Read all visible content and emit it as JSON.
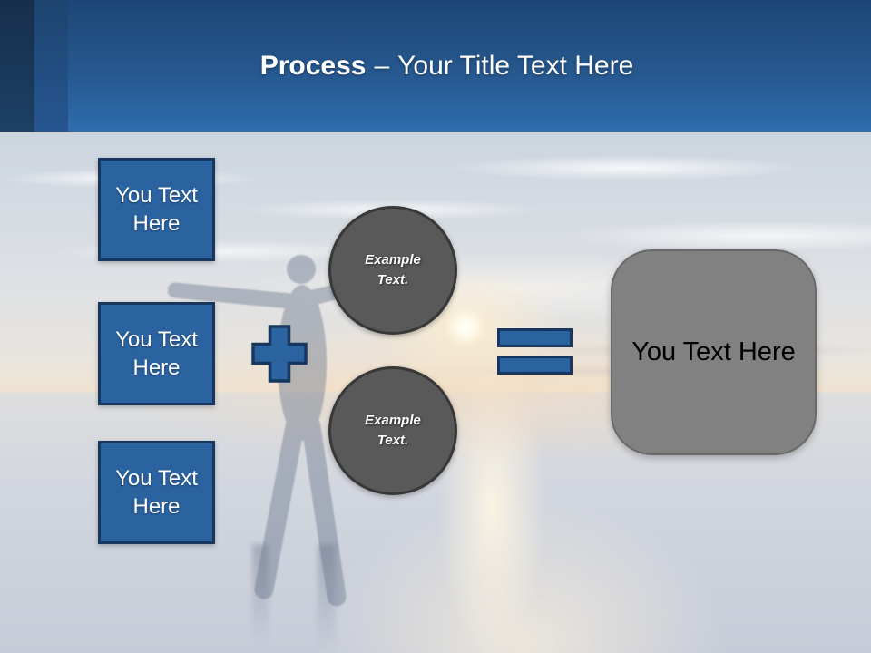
{
  "slide": {
    "header": {
      "title_bold": "Process",
      "title_dash": "–",
      "title_regular": "Your Title Text Here"
    },
    "input_boxes": [
      {
        "label": "You Text Here"
      },
      {
        "label": "You Text Here"
      },
      {
        "label": "You Text Here"
      }
    ],
    "example_circles": [
      {
        "label": "Example Text."
      },
      {
        "label": "Example Text."
      }
    ],
    "result_box": {
      "label": "You Text Here"
    },
    "colors": {
      "accent_blue": "#2b62a0",
      "accent_blue_dark": "#17375e",
      "circle_gray": "#595959",
      "circle_border": "#383838",
      "result_gray": "#818181",
      "result_border": "#696969",
      "header_top": "#1d4677",
      "header_bottom": "#2e6dae"
    }
  }
}
